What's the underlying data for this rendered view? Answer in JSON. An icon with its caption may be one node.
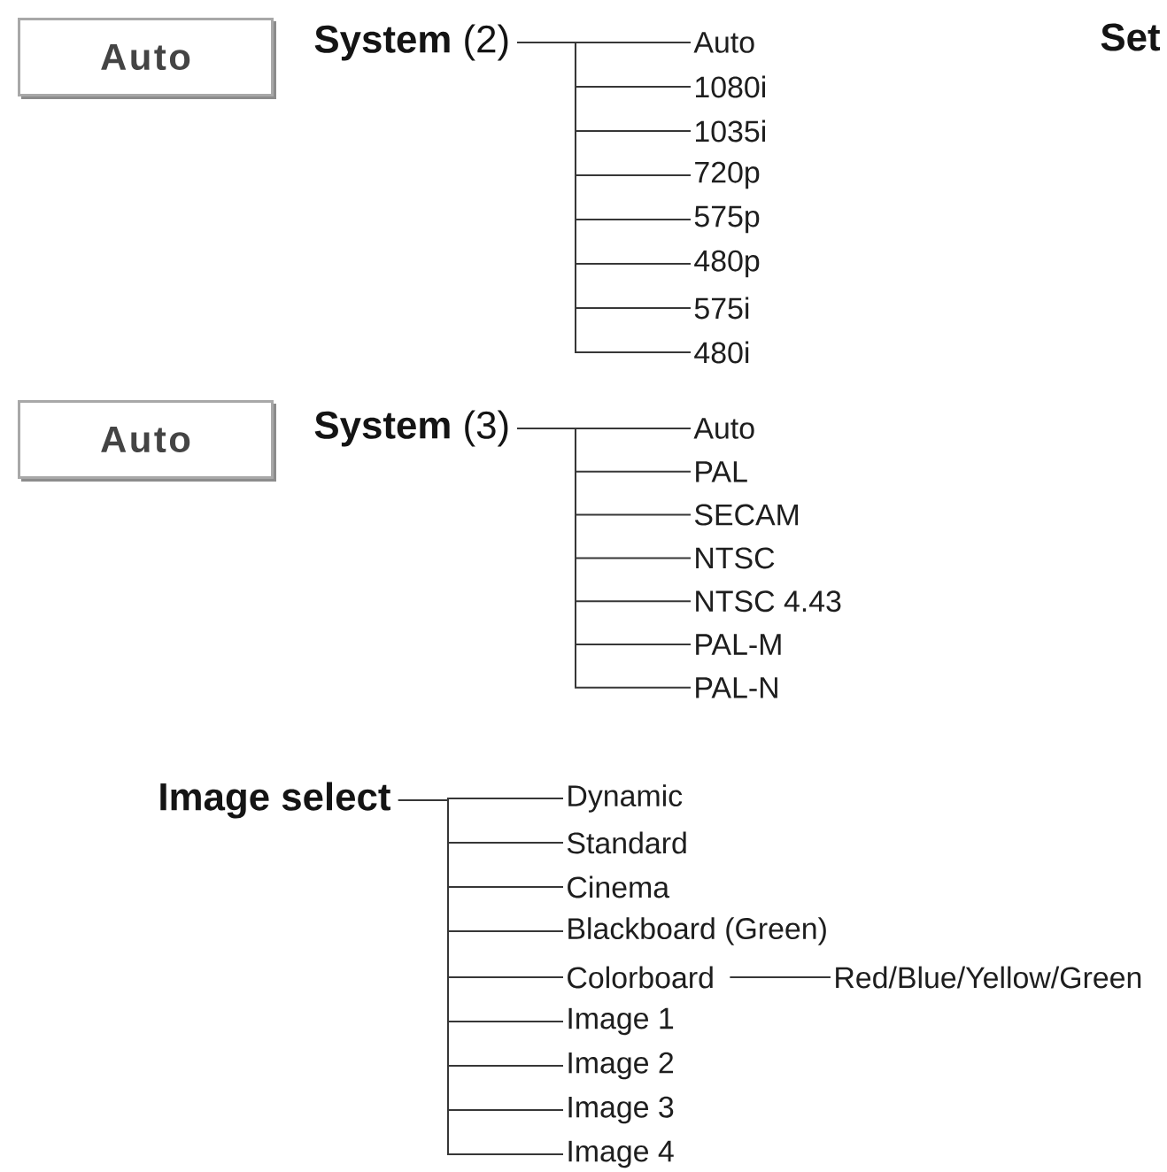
{
  "diagram": {
    "nodes": [
      {
        "text": [
          "Auto"
        ]
      },
      {
        "text": [
          "**System** (2)"
        ]
      },
      {
        "text": [
          "Auto"
        ]
      },
      {
        "text": [
          "1080i"
        ]
      },
      {
        "text": [
          "1035i"
        ]
      },
      {
        "text": [
          "720p"
        ]
      },
      {
        "text": [
          "575p"
        ]
      },
      {
        "text": [
          "480p"
        ]
      },
      {
        "text": [
          "575i"
        ]
      },
      {
        "text": [
          "480i"
        ]
      },
      {
        "text": [
          "Auto"
        ]
      },
      {
        "text": [
          "**System** (3)"
        ]
      },
      {
        "text": [
          "Auto"
        ]
      },
      {
        "text": [
          "PAL"
        ]
      },
      {
        "text": [
          "SECAM"
        ]
      },
      {
        "text": [
          "NTSC"
        ]
      },
      {
        "text": [
          "NTSC 4.43"
        ]
      },
      {
        "text": [
          "PAL-M"
        ]
      },
      {
        "text": [
          "PAL-N"
        ]
      },
      {
        "text": [
          "Image select"
        ]
      },
      {
        "text": [
          "Dynamic"
        ]
      },
      {
        "text": [
          "Standard"
        ]
      },
      {
        "text": [
          "Cinema"
        ]
      },
      {
        "text": [
          "Blackboard (Green)"
        ]
      },
      {
        "text": [
          "Colorboard"
        ]
      },
      {
        "text": [
          "Image 1"
        ]
      },
      {
        "text": [
          "Image 2"
        ]
      },
      {
        "text": [
          "Image 3"
        ]
      },
      {
        "text": [
          "Image 4"
        ]
      },
      {
        "text": [
          "Red/Blue/Yellow/Green"
        ]
      }
    ],
    "edges": [
      {
        "from": 1,
        "to": 2,
        "arrow": "none"
      },
      {
        "from": 1,
        "to": 3,
        "arrow": "none"
      },
      {
        "from": 1,
        "to": 4,
        "arrow": "none"
      },
      {
        "from": 1,
        "to": 5,
        "arrow": "none"
      },
      {
        "from": 1,
        "to": 6,
        "arrow": "none"
      },
      {
        "from": 1,
        "to": 7,
        "arrow": "none"
      },
      {
        "from": 1,
        "to": 8,
        "arrow": "none"
      },
      {
        "from": 1,
        "to": 9,
        "arrow": "none"
      },
      {
        "from": 11,
        "to": 12,
        "arrow": "none"
      },
      {
        "from": 11,
        "to": 13,
        "arrow": "none"
      },
      {
        "from": 11,
        "to": 14,
        "arrow": "none"
      },
      {
        "from": 11,
        "to": 15,
        "arrow": "none"
      },
      {
        "from": 11,
        "to": 16,
        "arrow": "none"
      },
      {
        "from": 11,
        "to": 17,
        "arrow": "none"
      },
      {
        "from": 11,
        "to": 18,
        "arrow": "none"
      },
      {
        "from": 19,
        "to": 20,
        "arrow": "none"
      },
      {
        "from": 19,
        "to": 21,
        "arrow": "none"
      },
      {
        "from": 19,
        "to": 22,
        "arrow": "none"
      },
      {
        "from": 19,
        "to": 23,
        "arrow": "none"
      },
      {
        "from": 19,
        "to": 24,
        "arrow": "none"
      },
      {
        "from": 19,
        "to": 25,
        "arrow": "none"
      },
      {
        "from": 19,
        "to": 26,
        "arrow": "none"
      },
      {
        "from": 19,
        "to": 27,
        "arrow": "none"
      },
      {
        "from": 19,
        "to": 28,
        "arrow": "none"
      },
      {
        "from": 24,
        "to": 29,
        "arrow": "none"
      }
    ],
    "labels": [
      "Set"
    ]
  }
}
